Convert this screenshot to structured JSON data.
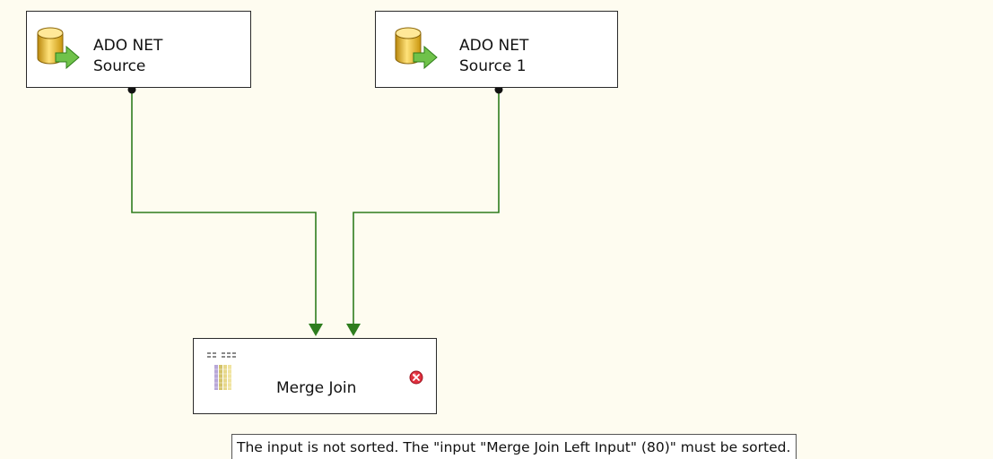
{
  "canvas": {
    "background": "#fefcf0",
    "path_color": "#2e7d1e"
  },
  "components": {
    "source_a": {
      "line1": "ADO NET",
      "line2": "Source",
      "icon": "database-source-icon"
    },
    "source_b": {
      "line1": "ADO NET",
      "line2": "Source 1",
      "icon": "database-source-icon"
    },
    "merge_join": {
      "label": "Merge Join",
      "icon": "merge-join-icon",
      "status_icon": "error-icon",
      "status_color": "#d0202e"
    }
  },
  "tooltip": {
    "text": "The input is not sorted. The \"input \"Merge Join Left Input\" (80)\" must be sorted."
  }
}
